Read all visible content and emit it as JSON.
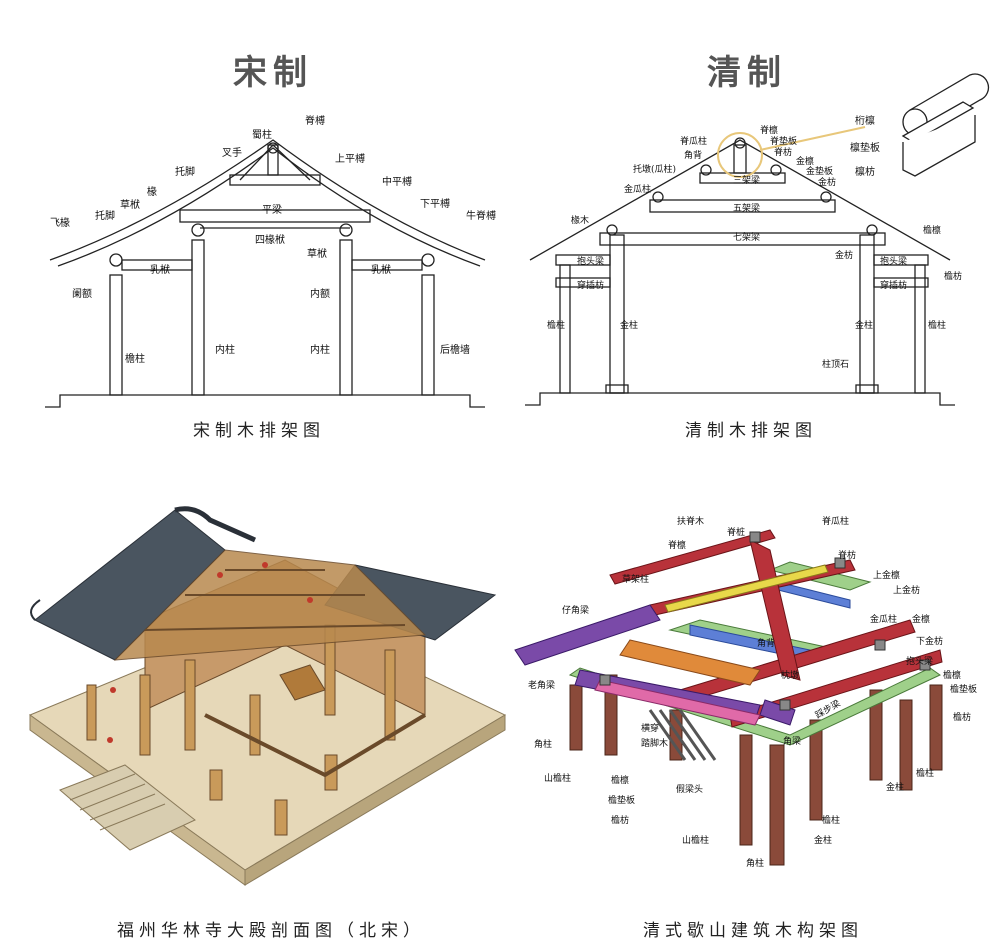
{
  "panels": {
    "song": {
      "title": "宋制",
      "caption": "宋制木排架图",
      "labels": [
        "脊榑",
        "蜀柱",
        "叉手",
        "托脚",
        "上平榑",
        "中平榑",
        "椽",
        "平梁",
        "下平榑",
        "飞椽",
        "托脚",
        "草栿",
        "牛脊榑",
        "四椽栿",
        "草栿",
        "乳栿",
        "乳栿",
        "阑额",
        "内额",
        "檐柱",
        "内柱",
        "内柱",
        "后檐墙"
      ]
    },
    "qing": {
      "title": "清制",
      "caption": "清制木排架图",
      "labels": [
        "脊瓜柱",
        "脊檩",
        "脊垫板",
        "角背",
        "脊枋",
        "托墩(瓜柱)",
        "金檩",
        "三架梁",
        "金瓜柱",
        "金垫板",
        "金枋",
        "五架梁",
        "椽木",
        "七架梁",
        "檐檩",
        "金枋",
        "抱头梁",
        "抱头梁",
        "檐枋",
        "穿插枋",
        "穿插枋",
        "檐柱",
        "金柱",
        "金柱",
        "檐柱",
        "柱顶石"
      ],
      "inset_labels": [
        "桁檩",
        "檩垫板",
        "檩枋"
      ]
    },
    "hualin": {
      "caption": "福州华林寺大殿剖面图（北宋）"
    },
    "xieshan": {
      "caption": "清式歇山建筑木构架图",
      "labels": [
        "扶脊木",
        "脊桩",
        "脊瓜柱",
        "脊檩",
        "脊枋",
        "草架柱",
        "上金檩",
        "上金枋",
        "仔角梁",
        "金瓜柱",
        "金檩",
        "下金枋",
        "老角梁",
        "抱头梁",
        "檐檩",
        "檐垫板",
        "檐枋",
        "角柱",
        "横穿",
        "踏脚木",
        "山檐柱",
        "檐檩",
        "檐垫板",
        "檐枋",
        "假梁头",
        "山檐柱",
        "角柱",
        "金柱",
        "檐柱",
        "檐柱",
        "金柱",
        "角背",
        "枕墩",
        "角梁",
        "踩步梁"
      ]
    }
  },
  "colors": {
    "line": "#222222",
    "red": "#b8323a",
    "green": "#9fd08a",
    "purple": "#7a4aa8",
    "orange": "#e08a3a",
    "blue": "#5d7fd6",
    "yellow": "#e8d84a",
    "brown": "#8a4a3a",
    "tile": "#4a5560",
    "floor": "#e6d8b8"
  }
}
